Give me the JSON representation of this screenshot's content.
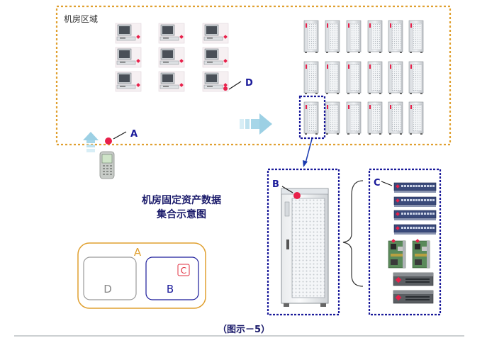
{
  "zone": {
    "title": "机房区域"
  },
  "markers": {
    "a": "A",
    "b": "B",
    "c": "C",
    "d": "D"
  },
  "diagram_title": {
    "line1": "机房固定资产数据",
    "line2": "集合示意图"
  },
  "legend": {
    "outer": "A",
    "left": "D",
    "right": "B",
    "inner": "C"
  },
  "caption": "（图示－5）",
  "colors": {
    "zone_border": "#e0a030",
    "marker_blue": "#1a1a9a",
    "tag_red": "#e8204a",
    "arrow": "#9cd0e4",
    "legend_outer": "#e0a030",
    "legend_right": "#1a1a9a",
    "legend_left": "#888888",
    "legend_inner": "#e03040"
  },
  "icons": {
    "workstation": "computer-terminal-icon",
    "rack": "server-rack-icon",
    "scanner": "handheld-scanner-icon",
    "switch": "network-switch-icon",
    "board": "circuit-board-icon",
    "chassis": "server-chassis-icon"
  }
}
